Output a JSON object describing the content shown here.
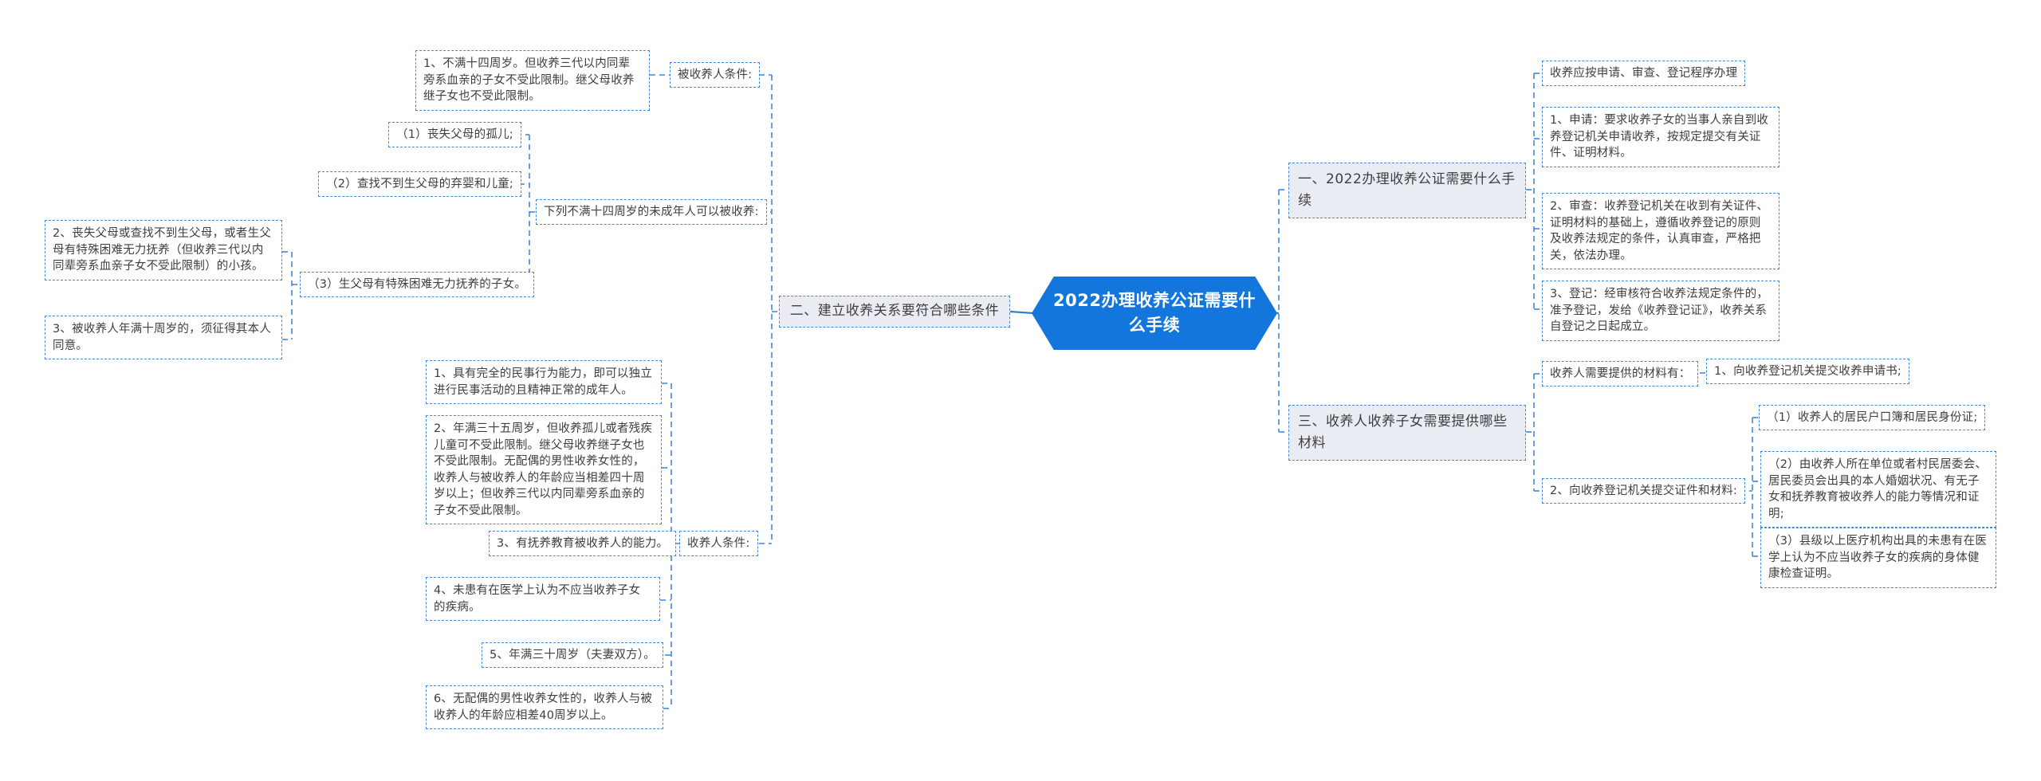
{
  "center_topic": "2022办理收养公证需要什么手续",
  "colors": {
    "center_node": "#1276dd",
    "dashed_border": "#4489d4",
    "topic_background": "#e9edf3",
    "text": "#3e3e3e"
  },
  "branch_conditions": {
    "topic": "二、建立收养关系要符合哪些条件",
    "adoptee": {
      "label": "被收养人条件:",
      "rule1": "1、不满十四周岁。但收养三代以内同辈旁系血亲的子女不受此限制。继父母收养继子女也不受此限制。",
      "allowed_header": "下列不满十四周岁的未成年人可以被收养:",
      "allowed1": "（1）丧失父母的孤儿;",
      "allowed2": "（2）查找不到生父母的弃婴和儿童;",
      "allowed3": "（3）生父母有特殊困难无力抚养的子女。",
      "rule2": "2、丧失父母或查找不到生父母，或者生父母有特殊困难无力抚养（但收养三代以内同辈旁系血亲子女不受此限制）的小孩。",
      "rule3": "3、被收养人年满十周岁的，须征得其本人同意。"
    },
    "adopter": {
      "label": "收养人条件:",
      "rule1": "1、具有完全的民事行为能力，即可以独立进行民事活动的且精神正常的成年人。",
      "rule2": "2、年满三十五周岁，但收养孤儿或者残疾儿童可不受此限制。继父母收养继子女也不受此限制。无配偶的男性收养女性的，收养人与被收养人的年龄应当相差四十周岁以上；但收养三代以内同辈旁系血亲的子女不受此限制。",
      "rule3": "3、有抚养教育被收养人的能力。",
      "rule4": "4、未患有在医学上认为不应当收养子女的疾病。",
      "rule5": "5、年满三十周岁（夫妻双方）。",
      "rule6": "6、无配偶的男性收养女性的，收养人与被收养人的年龄应相差40周岁以上。"
    }
  },
  "branch_procedure": {
    "topic": "一、2022办理收养公证需要什么手续",
    "intro": "收养应按申请、审查、登记程序办理",
    "step1": "1、申请：要求收养子女的当事人亲自到收养登记机关申请收养，按规定提交有关证件、证明材料。",
    "step2": "2、审查：收养登记机关在收到有关证件、证明材料的基础上，遵循收养登记的原则及收养法规定的条件，认真审查，严格把关，依法办理。",
    "step3": "3、登记：经审核符合收养法规定条件的，准予登记，发给《收养登记证》，收养关系自登记之日起成立。"
  },
  "branch_materials": {
    "topic": "三、收养人收养子女需要提供哪些材料",
    "label": "收养人需要提供的材料有：",
    "item1": "1、向收养登记机关提交收养申请书;",
    "item2": "2、向收养登记机关提交证件和材料:",
    "docs1": "（1）收养人的居民户口簿和居民身份证;",
    "docs2": "（2）由收养人所在单位或者村民居委会、居民委员会出具的本人婚姻状况、有无子女和抚养教育被收养人的能力等情况和证明;",
    "docs3": "（3）县级以上医疗机构出具的未患有在医学上认为不应当收养子女的疾病的身体健康检查证明。"
  }
}
